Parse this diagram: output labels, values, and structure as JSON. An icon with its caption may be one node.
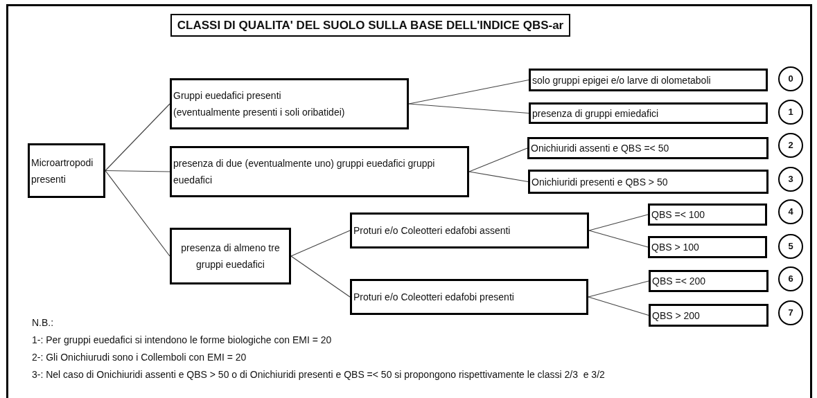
{
  "diagram": {
    "title": "CLASSI DI QUALITA' DEL SUOLO SULLA BASE DELL'INDICE QBS-ar",
    "nodes": [
      {
        "text": [
          "Microartropodi presenti"
        ]
      },
      {
        "text": [
          "Gruppi euedafici presenti",
          "(eventualmente presenti i soli oribatidei)"
        ]
      },
      {
        "text": [
          "presenza di due (eventualmente uno) gruppi euedafici gruppi euedafici"
        ]
      },
      {
        "text": [
          "presenza di almeno tre gruppi euedafici"
        ]
      },
      {
        "text": [
          "Proturi  e/o Coleotteri edafobi assenti"
        ]
      },
      {
        "text": [
          "Proturi  e/o Coleotteri edafobi presenti"
        ]
      },
      {
        "text": [
          "solo gruppi epigei e/o larve di olometaboli"
        ]
      },
      {
        "text": [
          "presenza di gruppi emiedafici"
        ]
      },
      {
        "text": [
          "Onichiuridi assenti e QBS =< 50"
        ]
      },
      {
        "text": [
          "Onichiuridi presenti e QBS > 50"
        ]
      },
      {
        "text": [
          "QBS =< 100"
        ]
      },
      {
        "text": [
          "QBS > 100"
        ]
      },
      {
        "text": [
          "QBS =< 200"
        ]
      },
      {
        "text": [
          "QBS > 200"
        ]
      },
      {
        "text": [
          "0"
        ]
      },
      {
        "text": [
          "1"
        ]
      },
      {
        "text": [
          "2"
        ]
      },
      {
        "text": [
          "3"
        ]
      },
      {
        "text": [
          "4"
        ]
      },
      {
        "text": [
          "5"
        ]
      },
      {
        "text": [
          "6"
        ]
      },
      {
        "text": [
          "7"
        ]
      }
    ],
    "edges": [
      {
        "from": 0,
        "to": 1,
        "arrow": "none"
      },
      {
        "from": 0,
        "to": 2,
        "arrow": "none"
      },
      {
        "from": 0,
        "to": 3,
        "arrow": "none"
      },
      {
        "from": 1,
        "to": 6,
        "arrow": "none"
      },
      {
        "from": 1,
        "to": 7,
        "arrow": "none"
      },
      {
        "from": 2,
        "to": 8,
        "arrow": "none"
      },
      {
        "from": 2,
        "to": 9,
        "arrow": "none"
      },
      {
        "from": 3,
        "to": 4,
        "arrow": "none"
      },
      {
        "from": 3,
        "to": 5,
        "arrow": "none"
      },
      {
        "from": 4,
        "to": 10,
        "arrow": "none"
      },
      {
        "from": 4,
        "to": 11,
        "arrow": "none"
      },
      {
        "from": 5,
        "to": 12,
        "arrow": "none"
      },
      {
        "from": 5,
        "to": 13,
        "arrow": "none"
      }
    ],
    "labels": [
      "N.B.:",
      "1-: Per gruppi euedafici si intendono le forme biologiche con EMI = 20",
      "2-: Gli Onichiurudi sono i Collemboli con EMI = 20",
      "3-: Nel caso di Onichiuridi assenti e QBS > 50 o di Onichiuridi presenti e QBS =< 50 si propongono rispettivamente le classi 2/3  e 3/2"
    ]
  }
}
